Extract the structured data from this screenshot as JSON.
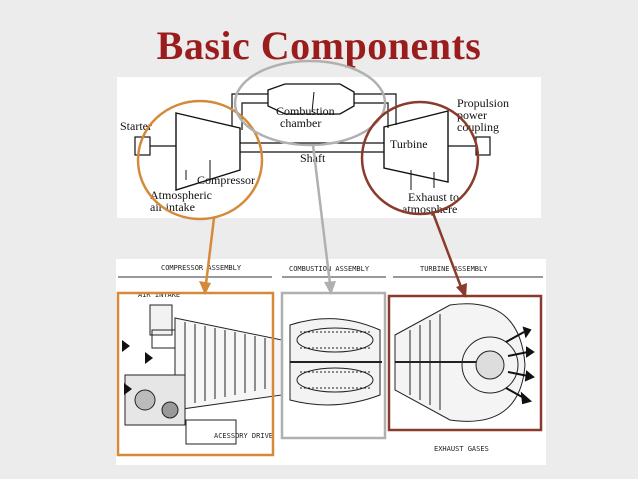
{
  "title": "Basic Components",
  "diagram_top": {
    "starter": "Starter",
    "combustion_line1": "Combustion",
    "combustion_line2": "chamber",
    "propulsion_line1": "Propulsion",
    "propulsion_line2": "power",
    "propulsion_line3": "coupling",
    "turbine": "Turbine",
    "shaft": "Shaft",
    "compressor": "Compressor",
    "atmos_line1": "Atmospheric",
    "atmos_line2": "air intake",
    "exhaust_line1": "Exhaust to",
    "exhaust_line2": "atmosphere"
  },
  "diagram_bottom": {
    "compressor_assembly": "COMPRESSOR ASSEMBLY",
    "combustion_assembly": "COMBUSTION ASSEMBLY",
    "turbine_assembly": "TURBINE ASSEMBLY",
    "air_intake": "AIR INTAKE",
    "accessory_drive": "ACESSORY DRIVE",
    "exhaust_gases": "EXHAUST GASES"
  },
  "colors": {
    "title": "#9b1c1c",
    "compressor_highlight": "#d58a3a",
    "combustion_highlight": "#b0b0b0",
    "turbine_highlight": "#8a3b2c"
  }
}
